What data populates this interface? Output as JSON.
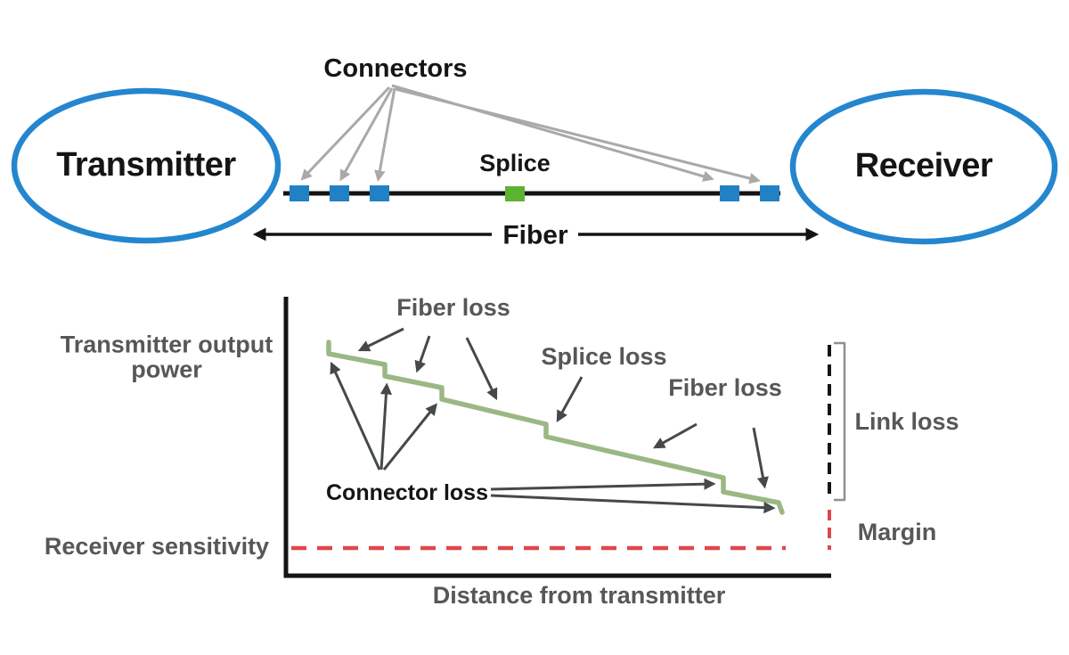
{
  "top_diagram": {
    "transmitter": "Transmitter",
    "receiver": "Receiver",
    "connectors": "Connectors",
    "splice": "Splice",
    "fiber": "Fiber"
  },
  "loss_chart": {
    "y_top_label": "Transmitter output power",
    "y_bottom_label": "Receiver sensitivity",
    "x_label": "Distance from transmitter",
    "fiber_loss_left": "Fiber loss",
    "splice_loss": "Splice loss",
    "fiber_loss_right": "Fiber loss",
    "connector_loss": "Connector loss",
    "link_loss": "Link loss",
    "margin": "Margin"
  },
  "colors": {
    "device_blue": "#2486cf",
    "connector_blue": "#2181c4",
    "splice_green": "#5cb331",
    "power_line_green": "#9ab884",
    "alert_red": "#e0474a",
    "annotation_gray": "#a9a9a9",
    "arrow_dark": "#45494c",
    "label_gray": "#575757",
    "label_black": "#151515"
  }
}
